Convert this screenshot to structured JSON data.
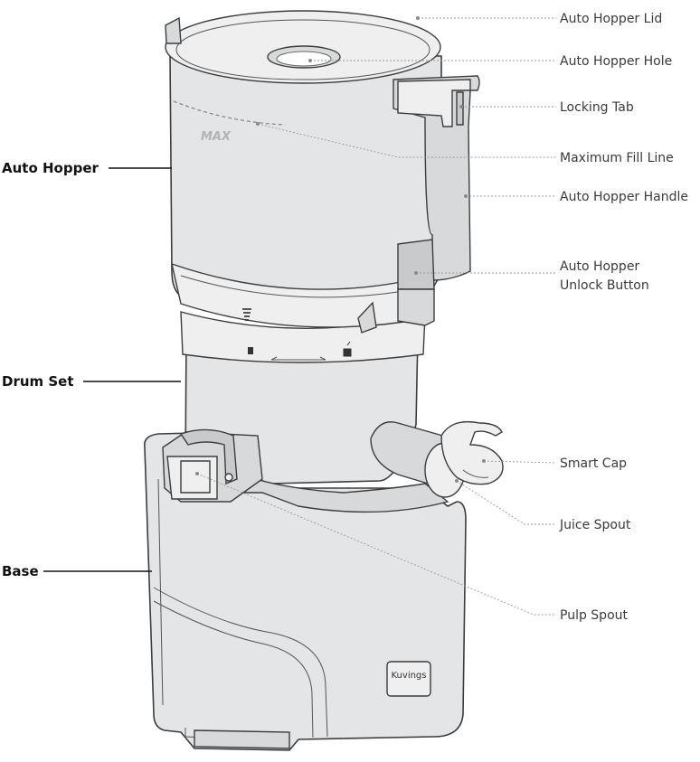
{
  "callouts": {
    "auto_hopper_lid": "Auto Hopper Lid",
    "auto_hopper_hole": "Auto Hopper Hole",
    "locking_tab": "Locking Tab",
    "maximum_fill_line": "Maximum Fill Line",
    "auto_hopper_handle": "Auto Hopper Handle",
    "auto_hopper_unlock_button_line1": "Auto Hopper",
    "auto_hopper_unlock_button_line2": "Unlock Button",
    "smart_cap": "Smart Cap",
    "juice_spout": "Juice Spout",
    "pulp_spout": "Pulp Spout"
  },
  "sections": {
    "auto_hopper": "Auto Hopper",
    "drum_set": "Drum Set",
    "base": "Base"
  },
  "product_markings": {
    "max_label": "MAX",
    "brand_logo": "Kuvings"
  }
}
